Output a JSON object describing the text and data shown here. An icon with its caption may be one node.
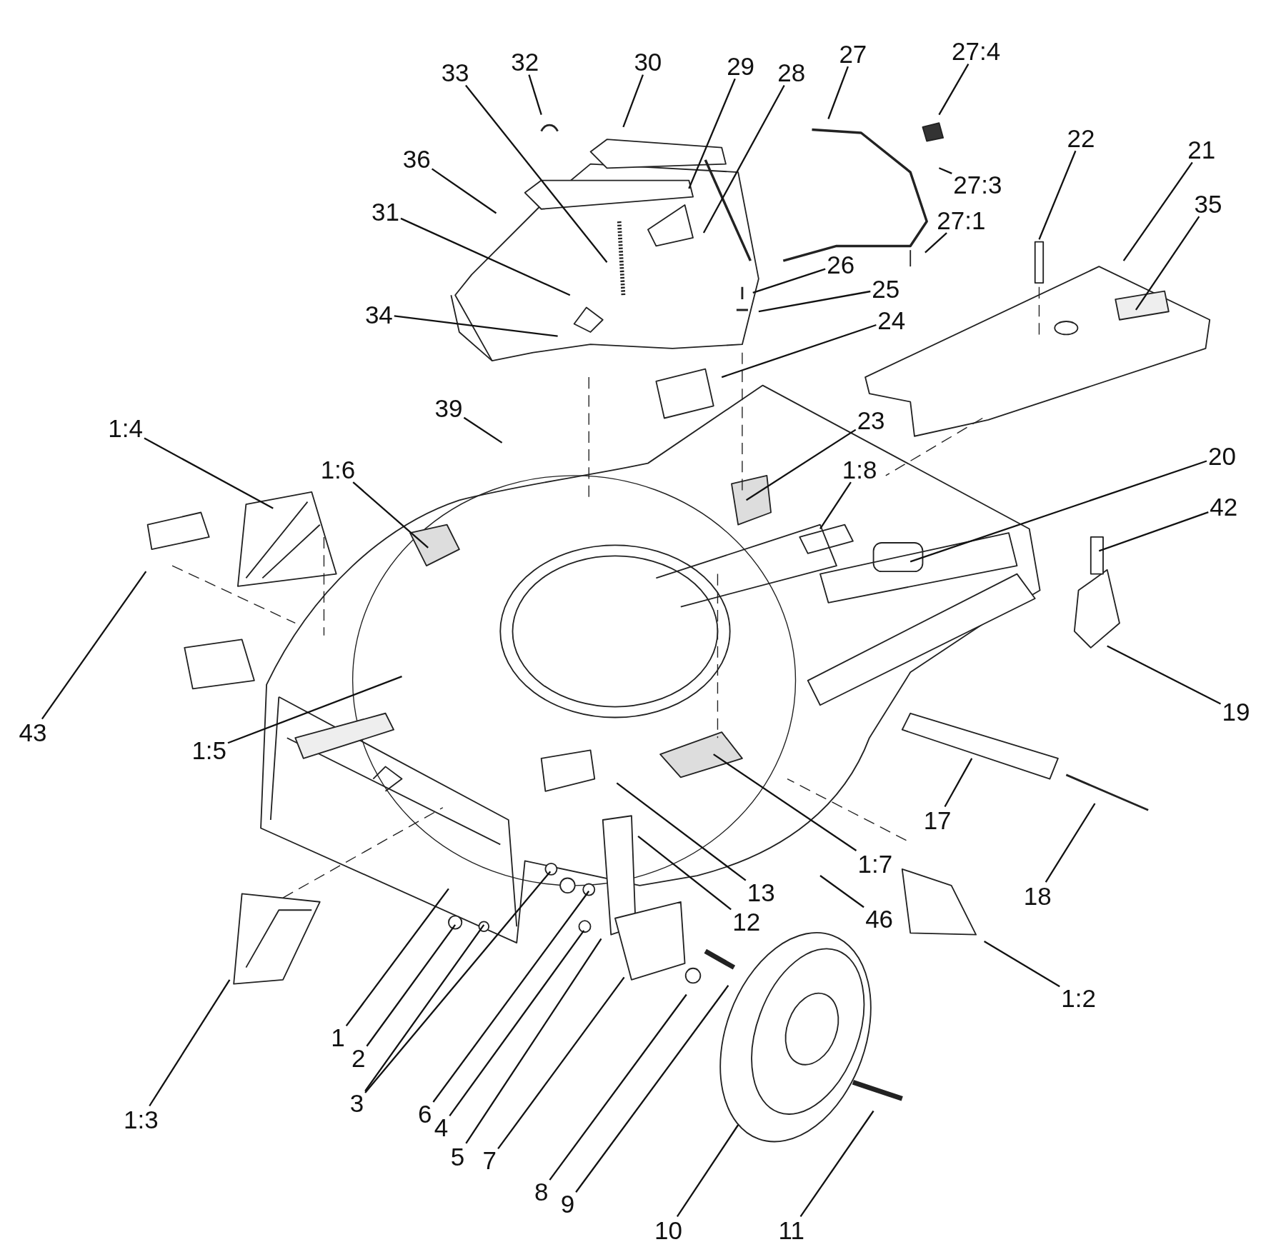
{
  "diagram": {
    "nodes": [
      {
        "text": [
          "32"
        ]
      },
      {
        "text": [
          "30"
        ]
      },
      {
        "text": [
          "27"
        ]
      },
      {
        "text": [
          "27:4"
        ]
      },
      {
        "text": [
          "33"
        ]
      },
      {
        "text": [
          "29"
        ]
      },
      {
        "text": [
          "28"
        ]
      },
      {
        "text": [
          "22"
        ]
      },
      {
        "text": [
          "21"
        ]
      },
      {
        "text": [
          "36"
        ]
      },
      {
        "text": [
          "27:3"
        ]
      },
      {
        "text": [
          "35"
        ]
      },
      {
        "text": [
          "31"
        ]
      },
      {
        "text": [
          "27:1"
        ]
      },
      {
        "text": [
          "26"
        ]
      },
      {
        "text": [
          "25"
        ]
      },
      {
        "text": [
          "34"
        ]
      },
      {
        "text": [
          "24"
        ]
      },
      {
        "text": [
          "39"
        ]
      },
      {
        "text": [
          "23"
        ]
      },
      {
        "text": [
          "1:4"
        ]
      },
      {
        "text": [
          "1:6"
        ]
      },
      {
        "text": [
          "1:8"
        ]
      },
      {
        "text": [
          "20"
        ]
      },
      {
        "text": [
          "42"
        ]
      },
      {
        "text": [
          "19"
        ]
      },
      {
        "text": [
          "43"
        ]
      },
      {
        "text": [
          "1:5"
        ]
      },
      {
        "text": [
          "17"
        ]
      },
      {
        "text": [
          "1:7"
        ]
      },
      {
        "text": [
          "13"
        ]
      },
      {
        "text": [
          "18"
        ]
      },
      {
        "text": [
          "46"
        ]
      },
      {
        "text": [
          "12"
        ]
      },
      {
        "text": [
          "1:2"
        ]
      },
      {
        "text": [
          "1"
        ]
      },
      {
        "text": [
          "2"
        ]
      },
      {
        "text": [
          "3"
        ]
      },
      {
        "text": [
          "6"
        ]
      },
      {
        "text": [
          "4"
        ]
      },
      {
        "text": [
          "1:3"
        ]
      },
      {
        "text": [
          "5"
        ]
      },
      {
        "text": [
          "7"
        ]
      },
      {
        "text": [
          "8"
        ]
      },
      {
        "text": [
          "9"
        ]
      },
      {
        "text": [
          "10"
        ]
      },
      {
        "text": [
          "11"
        ]
      }
    ],
    "edges": [
      {
        "from": 0,
        "to": null,
        "arrow": "none"
      },
      {
        "from": 1,
        "to": null,
        "arrow": "none"
      },
      {
        "from": 2,
        "to": null,
        "arrow": "none"
      },
      {
        "from": 3,
        "to": null,
        "arrow": "none"
      },
      {
        "from": 4,
        "to": null,
        "arrow": "none"
      },
      {
        "from": 5,
        "to": null,
        "arrow": "none"
      },
      {
        "from": 6,
        "to": null,
        "arrow": "none"
      },
      {
        "from": 7,
        "to": null,
        "arrow": "none"
      },
      {
        "from": 8,
        "to": null,
        "arrow": "none"
      },
      {
        "from": 9,
        "to": null,
        "arrow": "none"
      },
      {
        "from": 10,
        "to": null,
        "arrow": "none"
      },
      {
        "from": 11,
        "to": null,
        "arrow": "none"
      },
      {
        "from": 12,
        "to": null,
        "arrow": "none"
      },
      {
        "from": 13,
        "to": null,
        "arrow": "none"
      },
      {
        "from": 14,
        "to": null,
        "arrow": "none"
      },
      {
        "from": 15,
        "to": null,
        "arrow": "none"
      },
      {
        "from": 16,
        "to": null,
        "arrow": "none"
      },
      {
        "from": 17,
        "to": null,
        "arrow": "none"
      },
      {
        "from": 18,
        "to": null,
        "arrow": "none"
      },
      {
        "from": 19,
        "to": null,
        "arrow": "none"
      },
      {
        "from": 20,
        "to": null,
        "arrow": "none"
      },
      {
        "from": 21,
        "to": null,
        "arrow": "none"
      },
      {
        "from": 22,
        "to": null,
        "arrow": "none"
      },
      {
        "from": 23,
        "to": null,
        "arrow": "none"
      },
      {
        "from": 24,
        "to": null,
        "arrow": "none"
      },
      {
        "from": 25,
        "to": null,
        "arrow": "none"
      },
      {
        "from": 26,
        "to": null,
        "arrow": "none"
      },
      {
        "from": 27,
        "to": null,
        "arrow": "none"
      },
      {
        "from": 28,
        "to": null,
        "arrow": "none"
      },
      {
        "from": 29,
        "to": null,
        "arrow": "none"
      },
      {
        "from": 30,
        "to": null,
        "arrow": "none"
      },
      {
        "from": 31,
        "to": null,
        "arrow": "none"
      },
      {
        "from": 32,
        "to": null,
        "arrow": "none"
      },
      {
        "from": 33,
        "to": null,
        "arrow": "none"
      },
      {
        "from": 34,
        "to": null,
        "arrow": "none"
      },
      {
        "from": 35,
        "to": null,
        "arrow": "none"
      },
      {
        "from": 36,
        "to": null,
        "arrow": "none"
      },
      {
        "from": 37,
        "to": null,
        "arrow": "none"
      },
      {
        "from": 37,
        "to": null,
        "arrow": "none"
      },
      {
        "from": 38,
        "to": null,
        "arrow": "none"
      },
      {
        "from": 39,
        "to": null,
        "arrow": "none"
      },
      {
        "from": 40,
        "to": null,
        "arrow": "none"
      },
      {
        "from": 41,
        "to": null,
        "arrow": "none"
      },
      {
        "from": 42,
        "to": null,
        "arrow": "none"
      },
      {
        "from": 43,
        "to": null,
        "arrow": "none"
      },
      {
        "from": 44,
        "to": null,
        "arrow": "none"
      },
      {
        "from": 45,
        "to": null,
        "arrow": "none"
      },
      {
        "from": 46,
        "to": null,
        "arrow": "none"
      }
    ]
  }
}
